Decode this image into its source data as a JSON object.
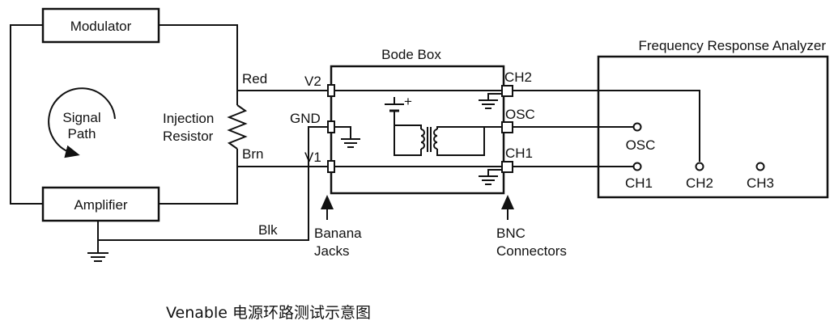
{
  "labels": {
    "modulator": "Modulator",
    "amplifier": "Amplifier",
    "signal_path": [
      "Signal",
      "Path"
    ],
    "injection_resistor": [
      "Injection",
      "Resistor"
    ],
    "red": "Red",
    "brn": "Brn",
    "blk": "Blk",
    "v2": "V2",
    "gnd": "GND",
    "v1": "V1",
    "bode_box": "Bode Box",
    "banana_jacks": [
      "Banana",
      "Jacks"
    ],
    "bnc_connectors": [
      "BNC",
      "Connectors"
    ],
    "ch2_conn": "CH2",
    "osc_conn": "OSC",
    "ch1_conn": "CH1",
    "fra_title": "Frequency Response Analyzer",
    "fra_osc": "OSC",
    "fra_ch1": "CH1",
    "fra_ch2": "CH2",
    "fra_ch3": "CH3",
    "battery_plus": "+"
  },
  "caption": "Venable 电源环路测试示意图"
}
